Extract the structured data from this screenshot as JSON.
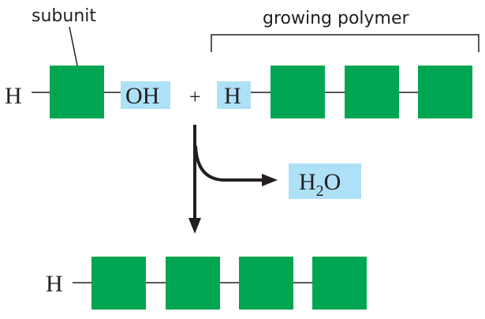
{
  "labels": {
    "subunit": "subunit",
    "growing_polymer": "growing polymer"
  },
  "chem": {
    "h": "H",
    "oh": "OH",
    "plus": "+",
    "water_h": "H",
    "water_sub": "2",
    "water_o": "O"
  },
  "colors": {
    "subunit": "#00a651",
    "group_highlight": "#aee0f7"
  }
}
